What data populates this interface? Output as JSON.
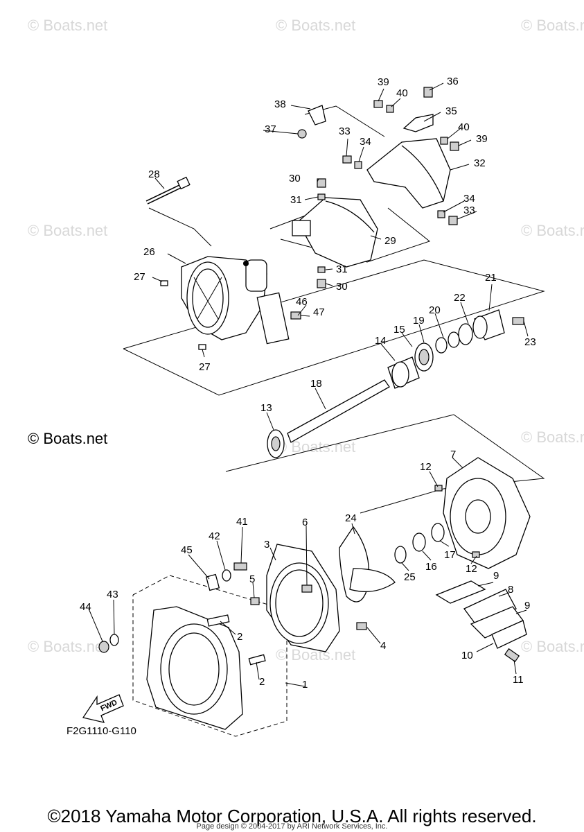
{
  "watermark": "© Boats.net",
  "diagram_code": "F2G1110-G110",
  "fwd_label": "FWD",
  "footer": {
    "copyright": "©2018 Yamaha Motor Corporation, U.S.A. All rights reserved.",
    "credit": "Page design © 2004-2017 by ARI Network Services, Inc."
  },
  "callouts": [
    "1",
    "2",
    "2",
    "3",
    "4",
    "5",
    "6",
    "7",
    "8",
    "9",
    "9",
    "10",
    "11",
    "12",
    "12",
    "13",
    "14",
    "15",
    "16",
    "17",
    "18",
    "19",
    "20",
    "21",
    "22",
    "23",
    "24",
    "25",
    "26",
    "27",
    "27",
    "28",
    "29",
    "30",
    "30",
    "31",
    "31",
    "32",
    "33",
    "33",
    "34",
    "34",
    "35",
    "36",
    "37",
    "38",
    "39",
    "39",
    "40",
    "40",
    "41",
    "42",
    "43",
    "44",
    "45",
    "46",
    "47"
  ]
}
